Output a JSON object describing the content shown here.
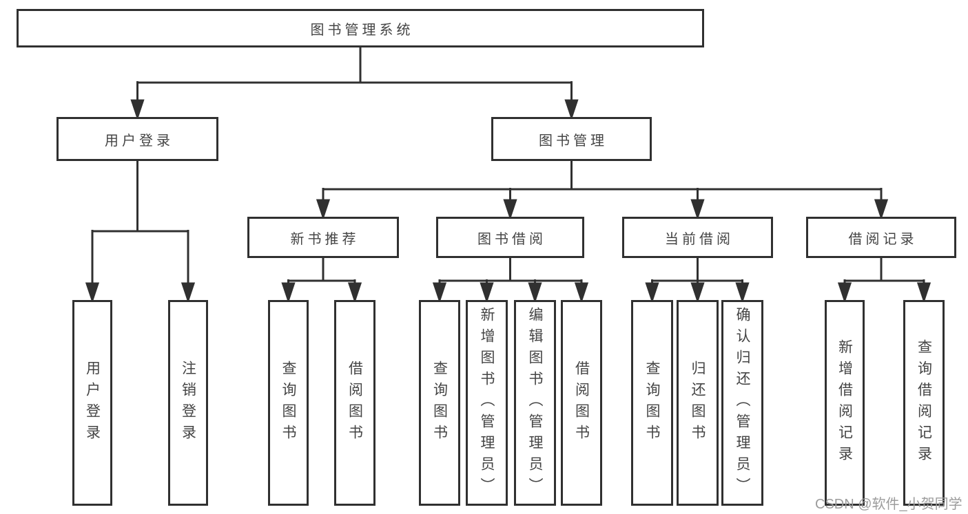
{
  "diagram": {
    "title": "图书管理系统",
    "nodes": {
      "root": "图书管理系统",
      "user_login": "用户登录",
      "book_management": "图书管理",
      "new_book_recommend": "新书推荐",
      "book_borrow": "图书借阅",
      "current_borrow": "当前借阅",
      "borrow_records": "借阅记录",
      "leaf_user_login": "用户登录",
      "leaf_logout": "注销登录",
      "leaf_query_books_recommend": "查询图书",
      "leaf_borrow_books_recommend": "借阅图书",
      "leaf_query_books_borrow": "查询图书",
      "leaf_add_book_admin": "新增图书（管理员）",
      "leaf_edit_book_admin": "编辑图书（管理员）",
      "leaf_borrow_books_borrow": "借阅图书",
      "leaf_query_books_current": "查询图书",
      "leaf_return_book": "归还图书",
      "leaf_confirm_return_admin": "确认归还（管理员）",
      "leaf_add_borrow_record": "新增借阅记录",
      "leaf_query_borrow_record": "查询借阅记录"
    },
    "hierarchy": {
      "图书管理系统": {
        "用户登录": [
          "用户登录",
          "注销登录"
        ],
        "图书管理": {
          "新书推荐": [
            "查询图书",
            "借阅图书"
          ],
          "图书借阅": [
            "查询图书",
            "新增图书（管理员）",
            "编辑图书（管理员）",
            "借阅图书"
          ],
          "当前借阅": [
            "查询图书",
            "归还图书",
            "确认归还（管理员）"
          ],
          "借阅记录": [
            "新增借阅记录",
            "查询借阅记录"
          ]
        }
      }
    },
    "watermark": "CSDN @软件_小贺同学",
    "colors": {
      "line": "#303030",
      "text": "#444444",
      "watermark": "#9c9c9c",
      "background": "#ffffff"
    }
  }
}
